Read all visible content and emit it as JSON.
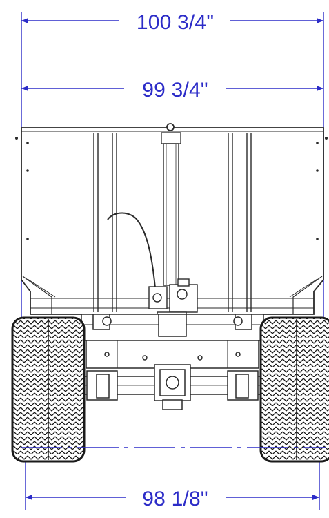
{
  "drawing": {
    "subject": "trailer rear view",
    "dimensions": {
      "overall_width": "100 3/4\"",
      "body_width": "99 3/4\"",
      "track_width": "98 1/8\""
    },
    "colors": {
      "dimension": "#2c2cc8",
      "outline": "#2a2a2a",
      "fill": "#ffffff"
    }
  }
}
